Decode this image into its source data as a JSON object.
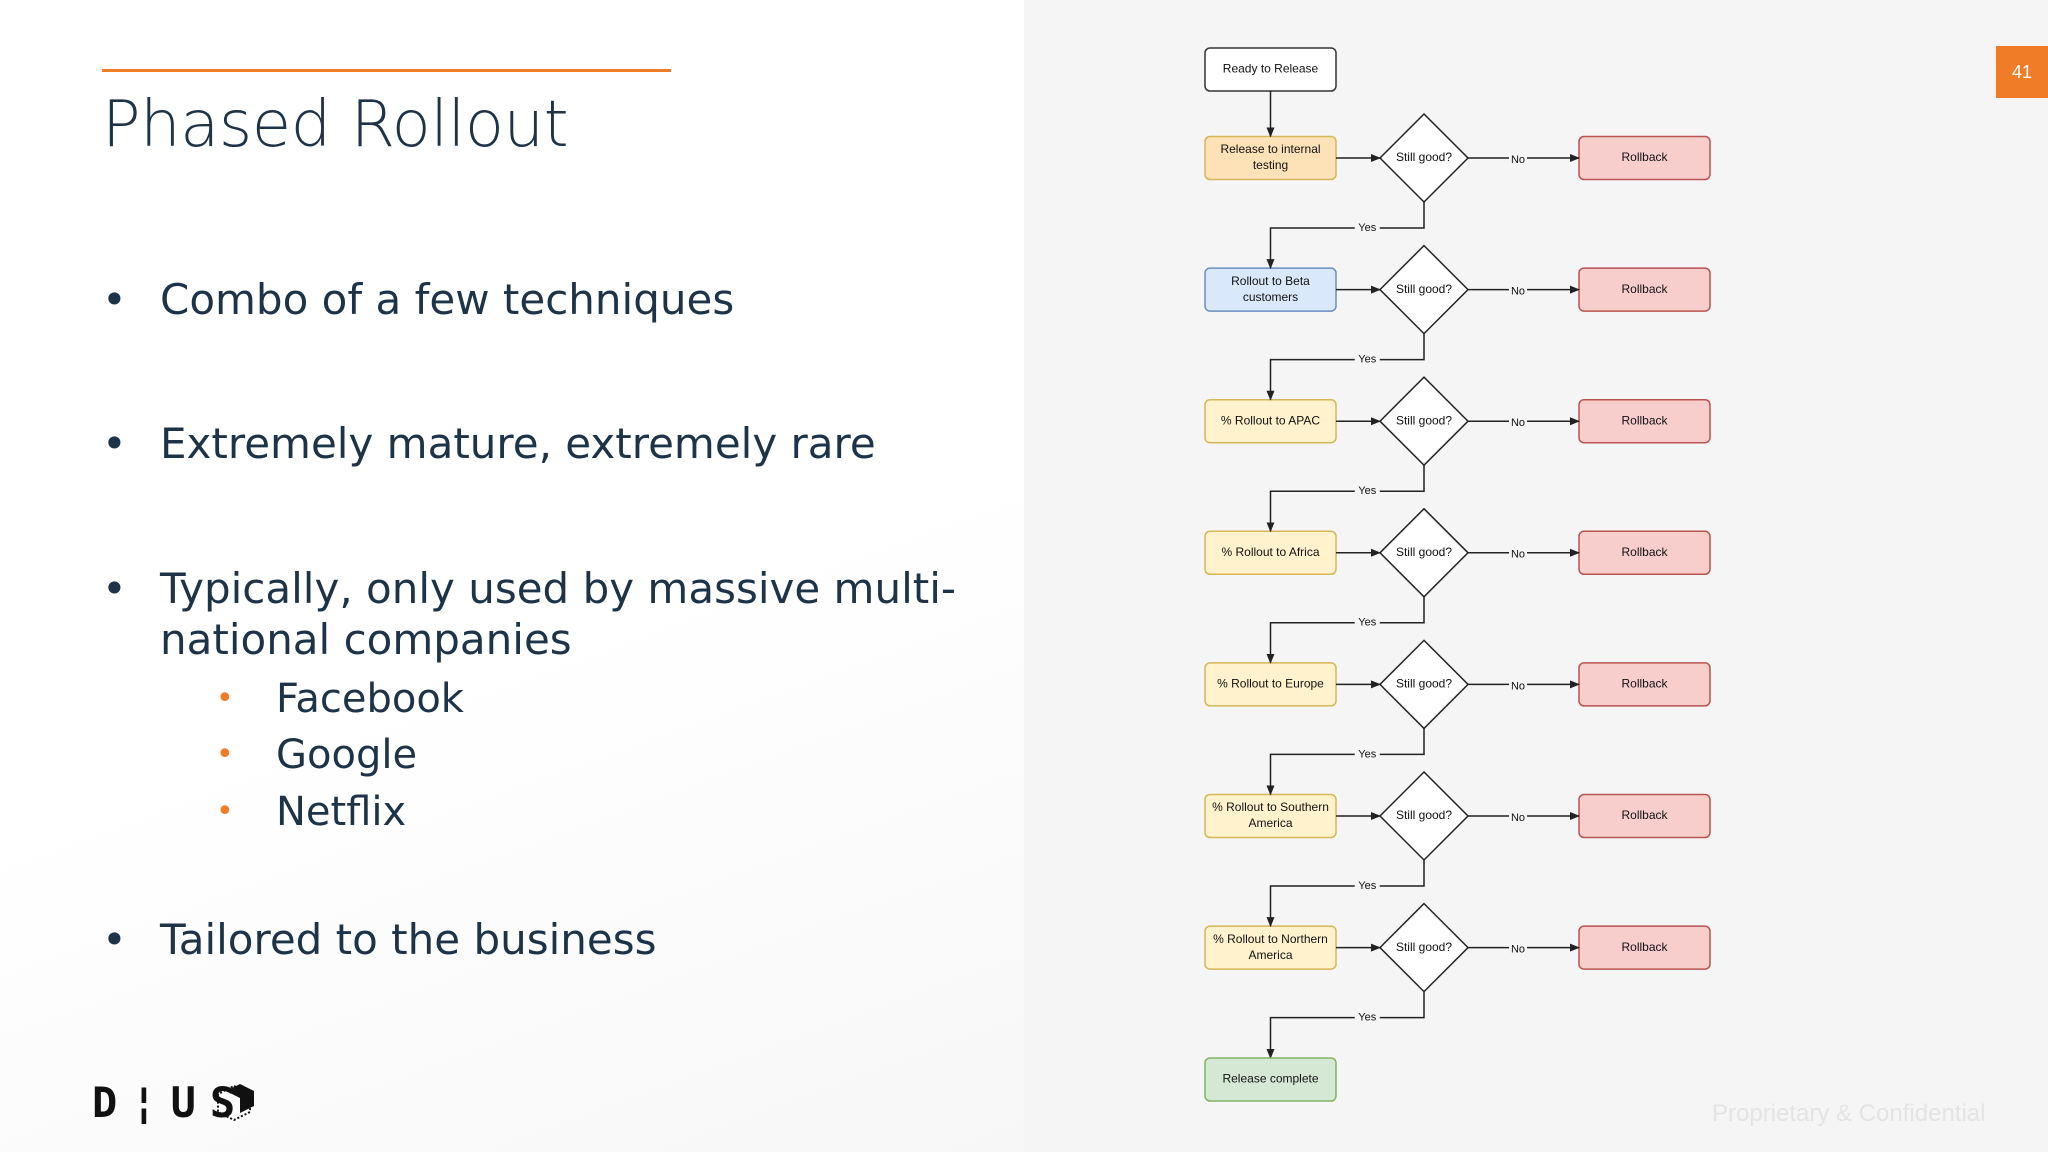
{
  "slide": {
    "title": "Phased Rollout",
    "page_number": "41",
    "footer": "Proprietary  & Confidential",
    "logo_text": "D¦US",
    "accent_color": "#f07c28"
  },
  "bullets": [
    {
      "text": "Combo of a few techniques"
    },
    {
      "text": "Extremely mature, extremely rare"
    },
    {
      "text_line1": "Typically, only used by massive multi-",
      "text_line2": "national companies"
    },
    {
      "text": "Tailored to the business"
    }
  ],
  "sub_bullets": [
    "Facebook",
    "Google",
    "Netflix"
  ],
  "flowchart": {
    "start": "Ready to Release",
    "end": "Release complete",
    "decision_label": "Still good?",
    "yes_label": "Yes",
    "no_label": "No",
    "rollback_label": "Rollback",
    "stages": [
      {
        "lines": [
          "Release to internal",
          "testing"
        ],
        "fill": "#fde2b8",
        "stroke": "#d6b656"
      },
      {
        "lines": [
          "Rollout to Beta",
          "customers"
        ],
        "fill": "#dae8fc",
        "stroke": "#6c8ebf"
      },
      {
        "lines": [
          "% Rollout to APAC"
        ],
        "fill": "#fff2cc",
        "stroke": "#d6b656"
      },
      {
        "lines": [
          "% Rollout to Africa"
        ],
        "fill": "#fff2cc",
        "stroke": "#d6b656"
      },
      {
        "lines": [
          "% Rollout to Europe"
        ],
        "fill": "#fff2cc",
        "stroke": "#d6b656"
      },
      {
        "lines": [
          "% Rollout to Southern",
          "America"
        ],
        "fill": "#fff2cc",
        "stroke": "#d6b656"
      },
      {
        "lines": [
          "% Rollout to Northern",
          "America"
        ],
        "fill": "#fff2cc",
        "stroke": "#d6b656"
      }
    ],
    "colors": {
      "start_fill": "#ffffff",
      "start_stroke": "#333333",
      "rollback_fill": "#f8cecc",
      "rollback_stroke": "#b85450",
      "end_fill": "#d5e8d4",
      "end_stroke": "#82b366",
      "line": "#222222"
    }
  }
}
